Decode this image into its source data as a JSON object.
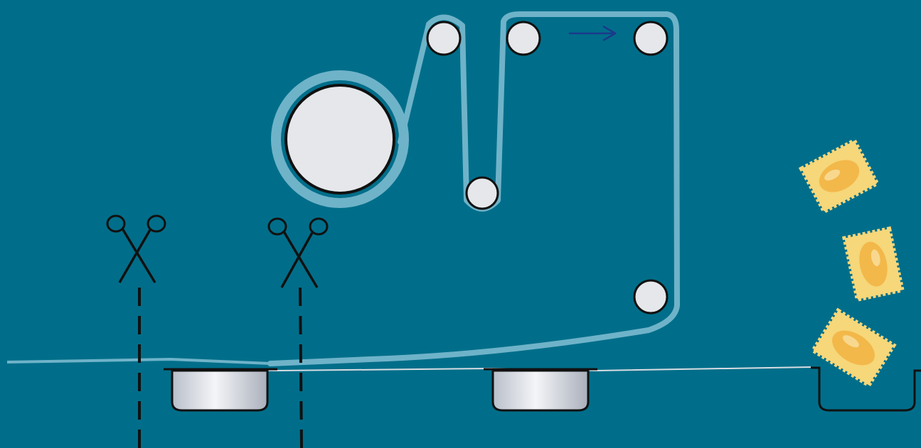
{
  "colors": {
    "background": "#006e8a",
    "film": "#6fb3c9",
    "roller_fill": "#e6e7ea",
    "roller_stroke": "#111111",
    "arrow": "#1a3a8a",
    "tray_fill": "#dfe3ea",
    "pasta_outer": "#f6d77a",
    "pasta_inner": "#f3b84a"
  },
  "diagram": {
    "nodes": [
      {
        "id": "supply-roll",
        "kind": "film-supply-roll"
      },
      {
        "id": "roller-1",
        "kind": "guide-roller"
      },
      {
        "id": "roller-2",
        "kind": "guide-roller"
      },
      {
        "id": "roller-3",
        "kind": "guide-roller"
      },
      {
        "id": "roller-4",
        "kind": "dancer-roller"
      },
      {
        "id": "roller-5",
        "kind": "guide-roller"
      },
      {
        "id": "scissors-1",
        "kind": "cutter"
      },
      {
        "id": "scissors-2",
        "kind": "cutter"
      },
      {
        "id": "tray-1",
        "kind": "sealed-tray"
      },
      {
        "id": "tray-2",
        "kind": "sealed-tray"
      },
      {
        "id": "tray-3",
        "kind": "open-tray-with-pasta"
      }
    ],
    "film_direction": "right",
    "pasta_pieces": 3
  }
}
